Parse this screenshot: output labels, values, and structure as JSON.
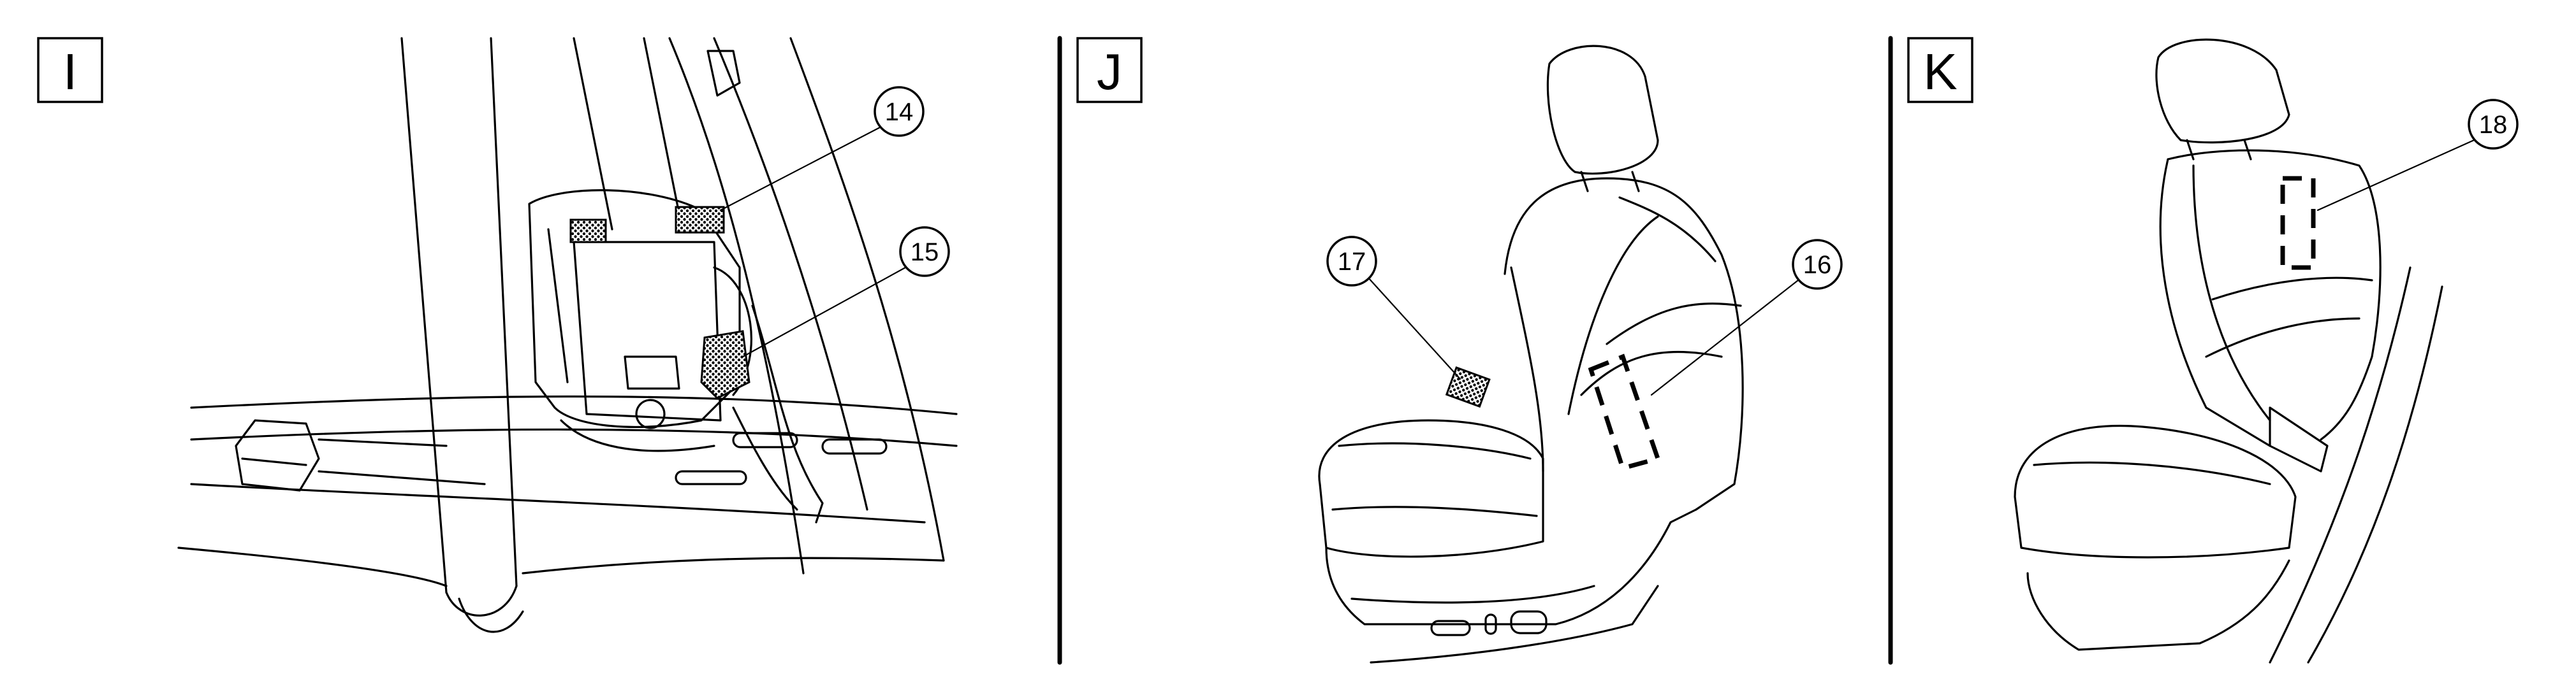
{
  "panels": [
    {
      "letter": "I"
    },
    {
      "letter": "J"
    },
    {
      "letter": "K"
    }
  ],
  "callouts": [
    {
      "number": "14"
    },
    {
      "number": "15"
    },
    {
      "number": "16"
    },
    {
      "number": "17"
    },
    {
      "number": "18"
    }
  ]
}
